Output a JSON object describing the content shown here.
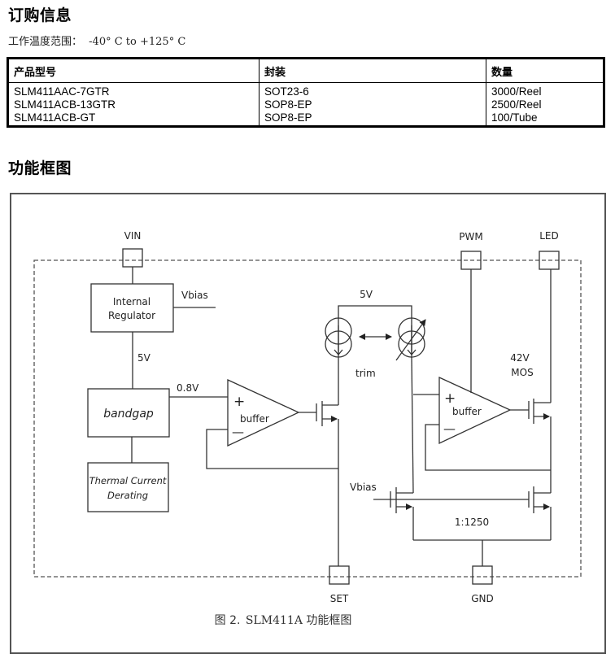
{
  "ordering": {
    "title": "订购信息",
    "temperature_label": "工作温度范围：",
    "temperature_range": "-40° C to +125° C",
    "table": {
      "headers": [
        "产品型号",
        "封装",
        "数量"
      ],
      "rows": [
        [
          "SLM411AAC-7GTR",
          "SOT23-6",
          "3000/Reel"
        ],
        [
          "SLM411ACB-13GTR",
          "SOP8-EP",
          "2500/Reel"
        ],
        [
          "SLM411ACB-GT",
          "SOP8-EP",
          "100/Tube"
        ]
      ]
    }
  },
  "block_diagram": {
    "title": "功能框图",
    "pins": {
      "vin": "VIN",
      "pwm": "PWM",
      "led": "LED",
      "set": "SET",
      "gnd": "GND"
    },
    "blocks": {
      "regulator_line1": "Internal",
      "regulator_line2": "Regulator",
      "bandgap": "bandgap",
      "thermal_line1": "Thermal Current",
      "thermal_line2": "Derating",
      "buffer_left": "buffer",
      "buffer_right": "buffer"
    },
    "labels": {
      "vbias_top": "Vbias",
      "five_v_left": "5V",
      "five_v_top": "5V",
      "ref_voltage": "0.8V",
      "trim": "trim",
      "mos_line1": "42V",
      "mos_line2": "MOS",
      "vbias_bottom": "Vbias",
      "ratio": "1:1250",
      "plus": "+",
      "minus": "—"
    },
    "caption_prefix": "图",
    "caption_number": "2.",
    "caption_text": "SLM411A 功能框图"
  }
}
